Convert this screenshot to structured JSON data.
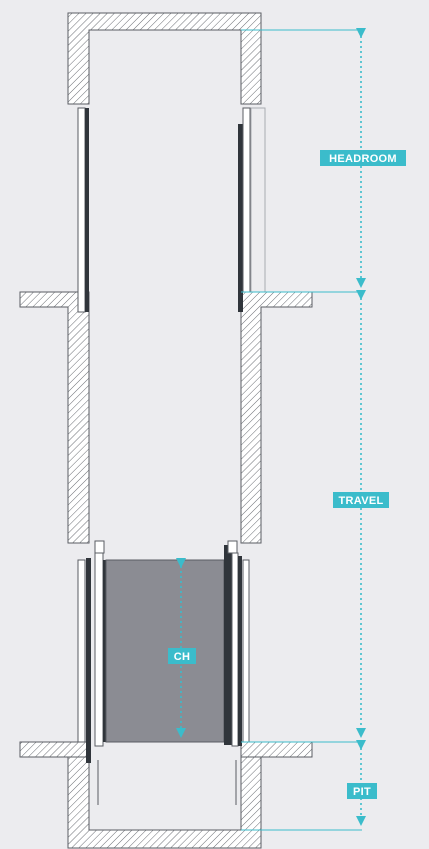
{
  "dimensions": {
    "headroom": {
      "label": "HEADROOM"
    },
    "travel": {
      "label": "TRAVEL"
    },
    "pit": {
      "label": "PIT"
    },
    "car_height": {
      "label": "CH"
    }
  },
  "colors": {
    "background": "#ececef",
    "accent": "#3bbccb",
    "wall_outline": "#5a5d63",
    "rail_dark": "#30353b",
    "cab_fill": "#8b8c93",
    "label_text": "#ffffff"
  }
}
